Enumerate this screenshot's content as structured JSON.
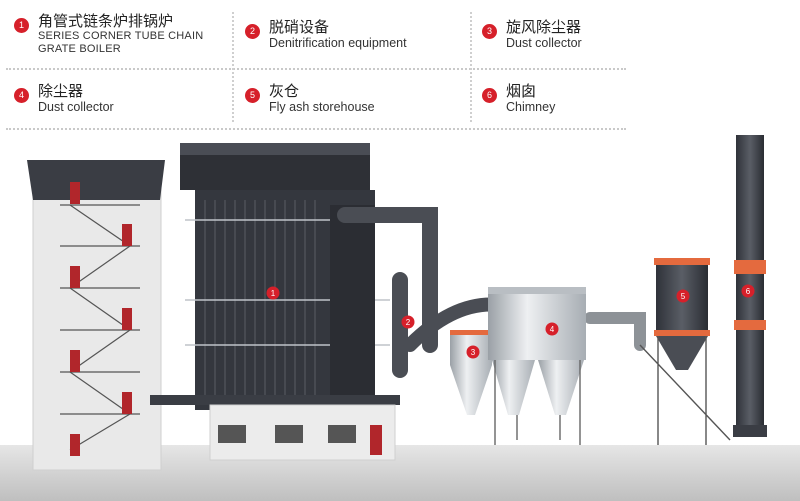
{
  "legend": {
    "items": [
      {
        "num": "1",
        "zh": "角管式链条炉排锅炉",
        "en_line1": "SERIES CORNER TUBE CHAIN",
        "en_line2": "GRATE BOILER"
      },
      {
        "num": "2",
        "zh": "脱硝设备",
        "en": "Denitrification equipment"
      },
      {
        "num": "3",
        "zh": "旋风除尘器",
        "en": "Dust collector"
      },
      {
        "num": "4",
        "zh": "除尘器",
        "en": "Dust collector"
      },
      {
        "num": "5",
        "zh": "灰仓",
        "en": "Fly ash storehouse"
      },
      {
        "num": "6",
        "zh": "烟囱",
        "en": "Chimney"
      }
    ]
  },
  "markers": [
    "1",
    "2",
    "3",
    "4",
    "5",
    "6"
  ],
  "colors": {
    "badge": "#d6202a",
    "steel": "#3a3d44",
    "wall": "#e9e9e9",
    "door": "#b1262b"
  }
}
